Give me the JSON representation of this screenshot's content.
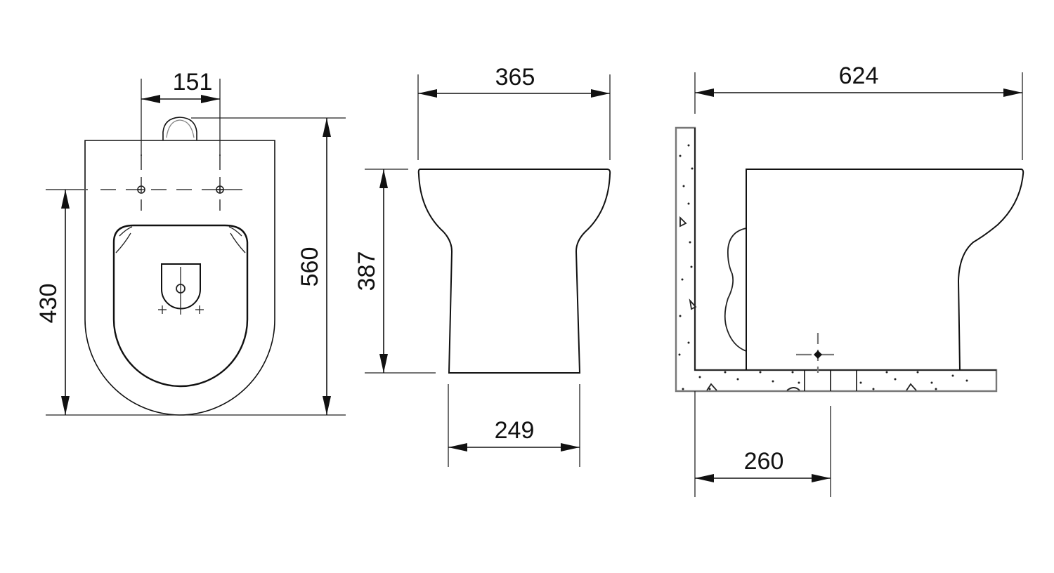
{
  "drawing": {
    "subject": "Back-to-wall toilet pan technical drawing",
    "units": "mm",
    "views": [
      {
        "name": "top-view",
        "dimensions": {
          "fixing_centres": "151",
          "fixing_to_front": "430",
          "overall_depth": "560"
        }
      },
      {
        "name": "front-view",
        "dimensions": {
          "top_width": "365",
          "height": "387",
          "base_width": "249"
        }
      },
      {
        "name": "side-view",
        "dimensions": {
          "overall_projection": "624",
          "wall_to_outlet_centre": "260"
        }
      }
    ],
    "colors": {
      "line": "#111111",
      "background": "#ffffff",
      "hatch_outline": "#777777"
    }
  }
}
